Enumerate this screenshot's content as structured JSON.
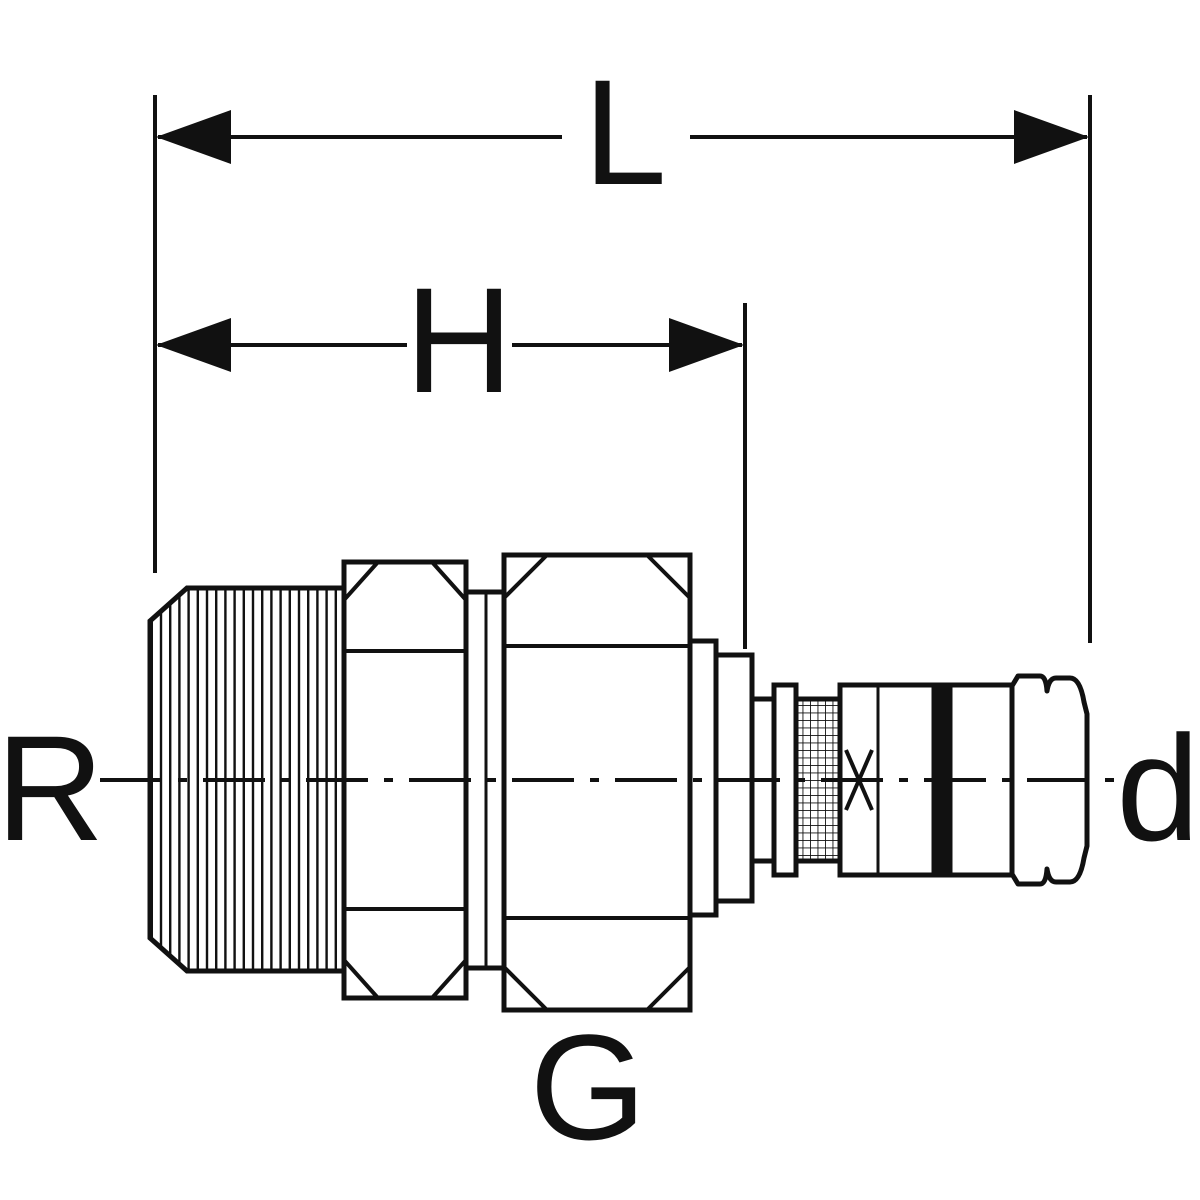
{
  "diagram": {
    "labels": {
      "dim_L": "L",
      "dim_H": "H",
      "left_thread": "R",
      "union_nut": "G",
      "right_diameter": "d"
    },
    "colors": {
      "line": "#111111",
      "background": "#ffffff"
    }
  }
}
